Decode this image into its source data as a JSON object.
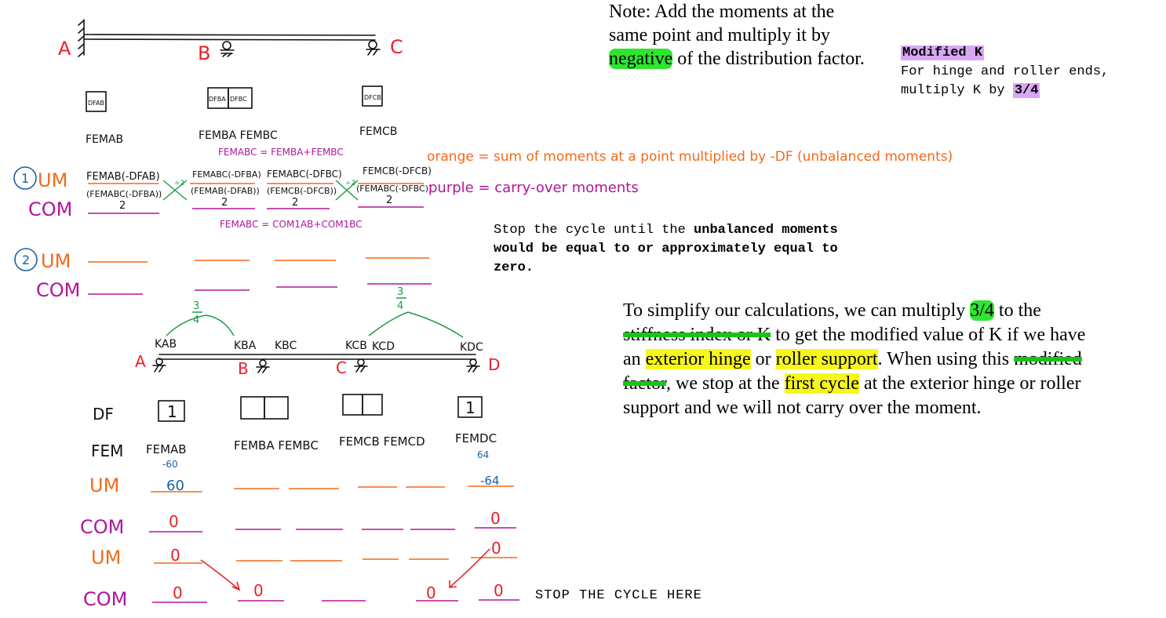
{
  "note": {
    "before": "Note: Add the moments at the same point and multiply it by ",
    "highlight": "negative",
    "after": " of the distribution factor."
  },
  "modified_k": {
    "title": "Modified K",
    "line1": "For hinge and roller ends,",
    "line2_before": "multiply K by ",
    "line2_highlight": "3/4"
  },
  "stop_note": {
    "normal": "Stop the cycle until the ",
    "bold": "unbalanced moments would be equal to or approximately equal to zero."
  },
  "simplify": {
    "p1": "To simplify our calculations, we can multiply ",
    "h1": "3/4",
    "p2": " to the ",
    "s1": "stiffness index or K",
    "p3": " to get the modified value of K if we have an ",
    "h2": "exterior hinge",
    "p4": " or ",
    "h3": "roller support",
    "p5": ". When using this ",
    "s2": "modified factor",
    "p6": ", we stop at the ",
    "h4": "first cycle",
    "p7": " at the exterior hinge or roller support and we will not carry over the moment."
  },
  "stop_here": "STOP THE CYCLE HERE",
  "colors": {
    "red": "#e8202a",
    "orange": "#f26a1b",
    "purple": "#b0169c",
    "green": "#1e9b45",
    "blue": "#1a5fa8"
  },
  "diagram1": {
    "labels": {
      "a": "A",
      "b": "B",
      "c": "C"
    },
    "df": {
      "ab": "DFAB",
      "ba": "DFBA",
      "bc": "DFBC",
      "cb": "DFCB"
    },
    "fem": {
      "ab": "FEMAB",
      "ba_bc": "FEMBA  FEMBC",
      "cb": "FEMCB"
    },
    "fem_sum": "FEMABC = FEMBA+FEMBC",
    "um_num": "1",
    "um": "UM",
    "com": "COM",
    "um_cells": [
      "FEMAB(-DFAB)",
      "FEMABC(-DFBA)",
      "FEMABC(-DFBC)",
      "FEMCB(-DFCB)"
    ],
    "com_cells": [
      "(FEMABC(-DFBA))",
      "(FEMAB(-DFAB))",
      "(FEMCB(-DFCB))",
      "(FEMABC(-DFBC))"
    ],
    "denom": "2",
    "half": "÷2",
    "com_sum": "FEMABC = COM1AB+COM1BC",
    "orange_note": "orange = sum of moments at a point multiplied by -DF (unbalanced moments)",
    "purple_note": "purple = carry-over moments",
    "um2_num": "2"
  },
  "diagram2": {
    "labels": {
      "a": "A",
      "b": "B",
      "c": "C",
      "d": "D"
    },
    "k": {
      "ab": "KAB",
      "ba": "KBA",
      "bc": "KBC",
      "cb": "KCB",
      "cd": "KCD",
      "dc": "KDC"
    },
    "frac_num": "3",
    "frac_den": "4",
    "df": "DF",
    "fem": "FEM",
    "df_one": "1",
    "fem_cells": [
      "FEMAB",
      "FEMBA FEMBC",
      "FEMCB FEMCD",
      "FEMDC"
    ],
    "fem_ab_val": "-60",
    "fem_dc_val": "64",
    "um": "UM",
    "com": "COM",
    "um1_ab": "60",
    "um1_dc": "-64",
    "zero": "0"
  }
}
